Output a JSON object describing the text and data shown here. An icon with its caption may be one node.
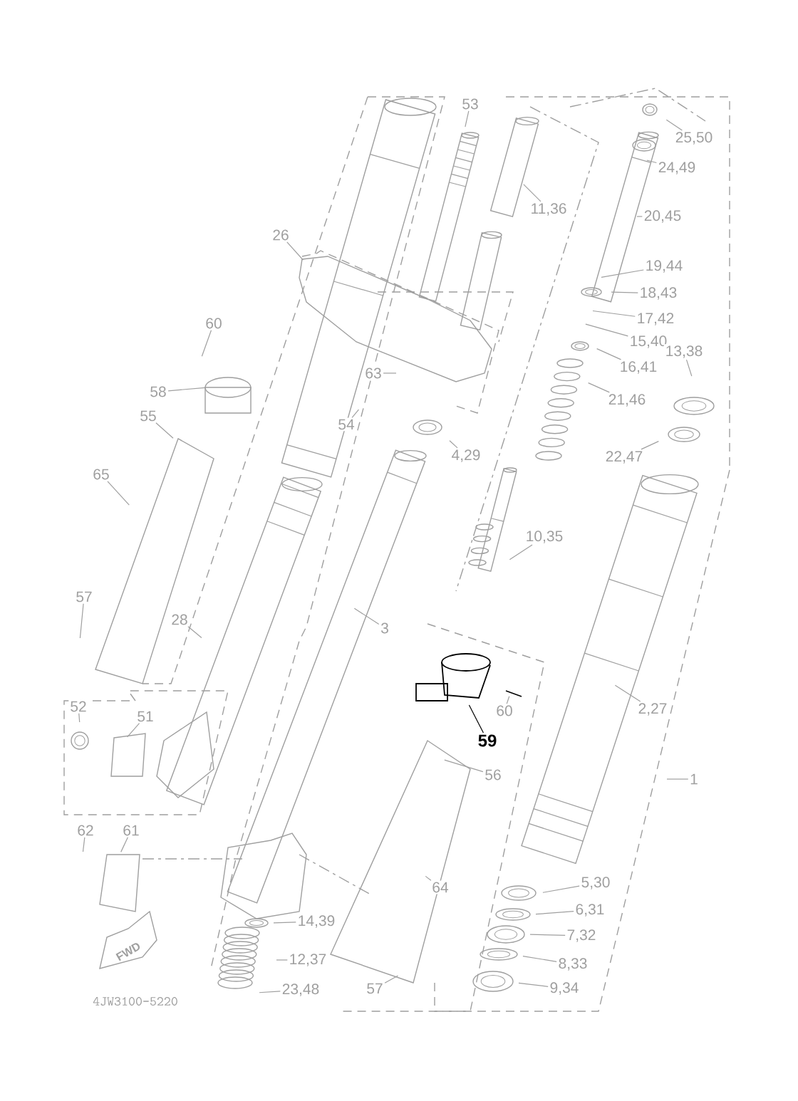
{
  "diagram": {
    "nodes": [
      {
        "text": [
          "53"
        ]
      },
      {
        "text": [
          "25,50"
        ]
      },
      {
        "text": [
          "24,49"
        ]
      },
      {
        "text": [
          "11,36"
        ]
      },
      {
        "text": [
          "20,45"
        ]
      },
      {
        "text": [
          "26"
        ]
      },
      {
        "text": [
          "19,44"
        ]
      },
      {
        "text": [
          "18,43"
        ]
      },
      {
        "text": [
          "17,42"
        ]
      },
      {
        "text": [
          "15,40"
        ]
      },
      {
        "text": [
          "13,38"
        ]
      },
      {
        "text": [
          "16,41"
        ]
      },
      {
        "text": [
          "60"
        ]
      },
      {
        "text": [
          "63"
        ]
      },
      {
        "text": [
          "21,46"
        ]
      },
      {
        "text": [
          "58"
        ]
      },
      {
        "text": [
          "54"
        ]
      },
      {
        "text": [
          "55"
        ]
      },
      {
        "text": [
          "4,29"
        ]
      },
      {
        "text": [
          "22,47"
        ]
      },
      {
        "text": [
          "65"
        ]
      },
      {
        "text": [
          "10,35"
        ]
      },
      {
        "text": [
          "57"
        ]
      },
      {
        "text": [
          "28"
        ]
      },
      {
        "text": [
          "3"
        ]
      },
      {
        "text": [
          "60"
        ]
      },
      {
        "text": [
          "59"
        ]
      },
      {
        "text": [
          "2,27"
        ]
      },
      {
        "text": [
          "52"
        ]
      },
      {
        "text": [
          "51"
        ]
      },
      {
        "text": [
          "56"
        ]
      },
      {
        "text": [
          "1"
        ]
      },
      {
        "text": [
          "62"
        ]
      },
      {
        "text": [
          "61"
        ]
      },
      {
        "text": [
          "64"
        ]
      },
      {
        "text": [
          "5,30"
        ]
      },
      {
        "text": [
          "6,31"
        ]
      },
      {
        "text": [
          "14,39"
        ]
      },
      {
        "text": [
          "7,32"
        ]
      },
      {
        "text": [
          "12,37"
        ]
      },
      {
        "text": [
          "8,33"
        ]
      },
      {
        "text": [
          "23,48"
        ]
      },
      {
        "text": [
          "57"
        ]
      },
      {
        "text": [
          "9,34"
        ]
      },
      {
        "text": [],
        "shape": "picture"
      }
    ],
    "edges": [
      {
        "from": 0,
        "to": null,
        "arrow": "none"
      },
      {
        "from": 1,
        "to": null,
        "arrow": "none"
      },
      {
        "from": 2,
        "to": null,
        "arrow": "none"
      },
      {
        "from": 3,
        "to": null,
        "arrow": "none"
      },
      {
        "from": 4,
        "to": null,
        "arrow": "none"
      },
      {
        "from": 5,
        "to": null,
        "arrow": "none"
      },
      {
        "from": 6,
        "to": null,
        "arrow": "none"
      },
      {
        "from": 7,
        "to": null,
        "arrow": "none"
      },
      {
        "from": 8,
        "to": null,
        "arrow": "none"
      },
      {
        "from": 9,
        "to": null,
        "arrow": "none"
      },
      {
        "from": 10,
        "to": null,
        "arrow": "none"
      },
      {
        "from": 11,
        "to": null,
        "arrow": "none"
      },
      {
        "from": 12,
        "to": null,
        "arrow": "none"
      },
      {
        "from": 13,
        "to": null,
        "arrow": "none"
      },
      {
        "from": 14,
        "to": null,
        "arrow": "none"
      },
      {
        "from": 15,
        "to": null,
        "arrow": "none"
      },
      {
        "from": 16,
        "to": null,
        "arrow": "none"
      },
      {
        "from": 17,
        "to": null,
        "arrow": "none"
      },
      {
        "from": 18,
        "to": null,
        "arrow": "none"
      },
      {
        "from": 19,
        "to": null,
        "arrow": "none"
      },
      {
        "from": 20,
        "to": null,
        "arrow": "none"
      },
      {
        "from": 21,
        "to": null,
        "arrow": "none"
      },
      {
        "from": 22,
        "to": null,
        "arrow": "none"
      },
      {
        "from": 23,
        "to": null,
        "arrow": "none"
      },
      {
        "from": 24,
        "to": null,
        "arrow": "none"
      },
      {
        "from": 25,
        "to": null,
        "arrow": "none"
      },
      {
        "from": 26,
        "to": 44,
        "arrow": "none",
        "color": "#000000"
      },
      {
        "from": 27,
        "to": null,
        "arrow": "none"
      },
      {
        "from": 28,
        "to": null,
        "arrow": "none"
      },
      {
        "from": 29,
        "to": null,
        "arrow": "none"
      },
      {
        "from": 30,
        "to": null,
        "arrow": "none"
      },
      {
        "from": 31,
        "to": null,
        "arrow": "none"
      },
      {
        "from": 32,
        "to": null,
        "arrow": "none"
      },
      {
        "from": 33,
        "to": null,
        "arrow": "none"
      },
      {
        "from": 34,
        "to": null,
        "arrow": "none"
      },
      {
        "from": 35,
        "to": null,
        "arrow": "none"
      },
      {
        "from": 36,
        "to": null,
        "arrow": "none"
      },
      {
        "from": 37,
        "to": null,
        "arrow": "none"
      },
      {
        "from": 38,
        "to": null,
        "arrow": "none"
      },
      {
        "from": 39,
        "to": null,
        "arrow": "none"
      },
      {
        "from": 40,
        "to": null,
        "arrow": "none"
      },
      {
        "from": 41,
        "to": null,
        "arrow": "none"
      },
      {
        "from": 42,
        "to": null,
        "arrow": "none"
      },
      {
        "from": 43,
        "to": null,
        "arrow": "none"
      }
    ],
    "labels": [
      "FWD",
      "4JW3100-5220"
    ]
  }
}
